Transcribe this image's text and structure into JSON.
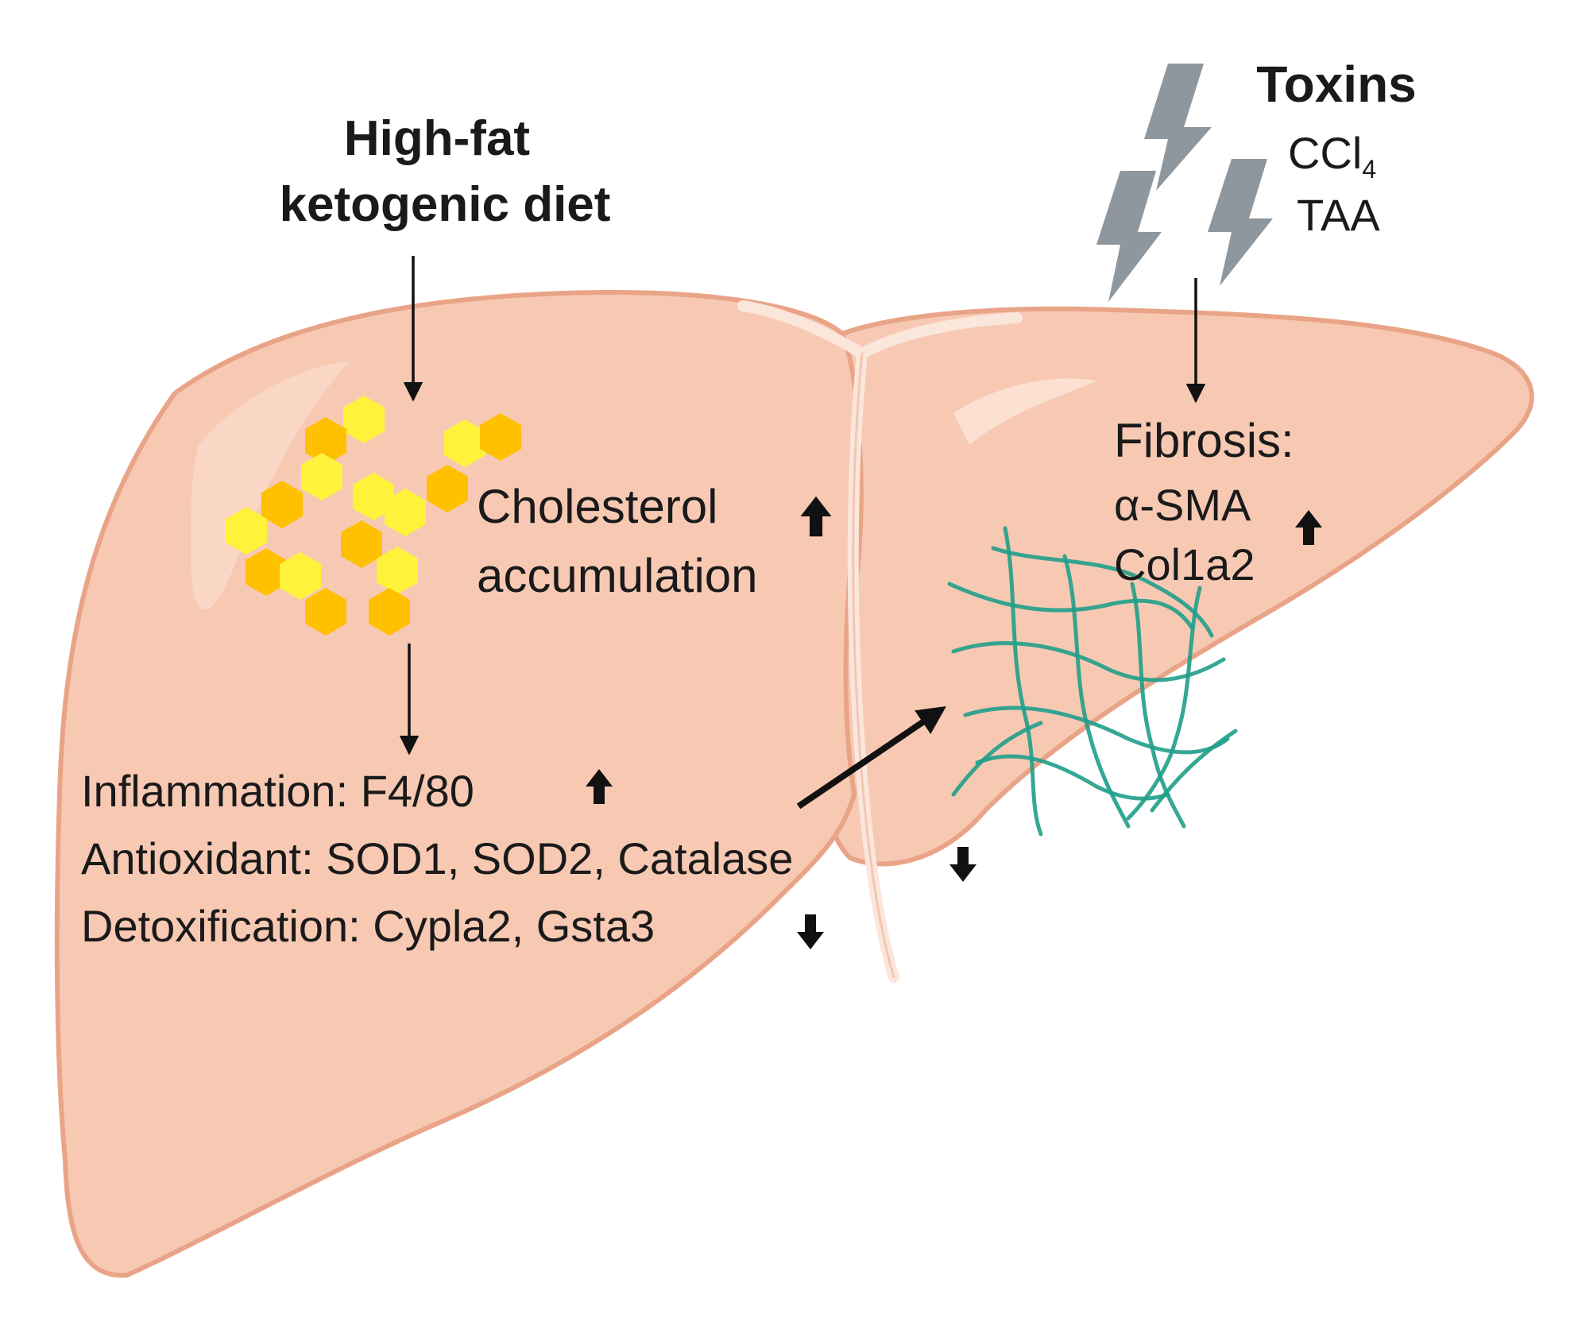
{
  "diet": {
    "line1": "High-fat",
    "line2": "ketogenic diet"
  },
  "toxins": {
    "title": "Toxins",
    "ccl4_base": "CCl",
    "ccl4_sub": "4",
    "taa": "TAA"
  },
  "cholesterol": {
    "line1": "Cholesterol",
    "line2": "accumulation"
  },
  "fibrosis": {
    "title": "Fibrosis:",
    "marker1": "α-SMA",
    "marker2": "Col1a2"
  },
  "effects": {
    "inflammation": "Inflammation:  F4/80",
    "antioxidant": "Antioxidant: SOD1, SOD2, Catalase",
    "detox": "Detoxification:  Cypla2, Gsta3"
  },
  "colors": {
    "liver_fill": "#f7c9b3",
    "liver_edge": "#e9a487",
    "fat_light": "#fff23a",
    "fat_dark": "#ffc000",
    "fibers": "#1f9e8a",
    "bolt": "#8e969e"
  },
  "icons": {
    "up": "up-arrow-icon",
    "down": "down-arrow-icon",
    "bolt": "lightning-bolt-icon"
  }
}
